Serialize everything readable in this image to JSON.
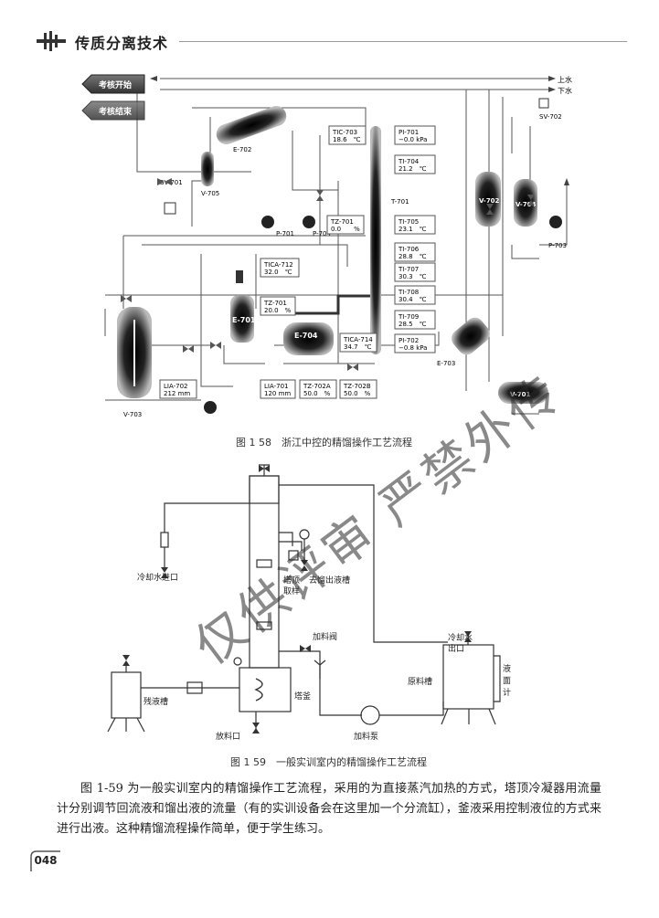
{
  "header": {
    "title": "传质分离技术"
  },
  "figure1": {
    "caption": "图 1 58　浙江中控的精馏操作工艺流程",
    "buttons": {
      "start": "考核开始",
      "end": "考核结束"
    },
    "water": {
      "inlet": "上水",
      "outlet": "下水"
    },
    "equipment": {
      "e702": "E-702",
      "e701": "E-701",
      "e704": "E-704",
      "e703": "E-703",
      "v701": "V-701",
      "v702": "V-702",
      "v703": "V-703",
      "v704": "V-704",
      "v705": "V-705",
      "sv701": "SV-701",
      "sv702": "SV-702",
      "p701": "P-701",
      "p703": "P-703",
      "p704": "P-704",
      "t701": "T-701"
    },
    "instruments": {
      "tic703": {
        "tag": "TIC-703",
        "value": "18.6　℃"
      },
      "pi701": {
        "tag": "PI-701",
        "value": "−0.0 kPa"
      },
      "ti704": {
        "tag": "TI-704",
        "value": "21.2　℃"
      },
      "tz701a": {
        "tag": "TZ-701",
        "value": "0.0　　%"
      },
      "ti705": {
        "tag": "TI-705",
        "value": "23.1　℃"
      },
      "ti706": {
        "tag": "TI-706",
        "value": "28.8　℃"
      },
      "ti707": {
        "tag": "TI-707",
        "value": "30.3　℃"
      },
      "ti708": {
        "tag": "TI-708",
        "value": "30.4　℃"
      },
      "ti709": {
        "tag": "TI-709",
        "value": "28.5　℃"
      },
      "pi702": {
        "tag": "PI-702",
        "value": "−0.8 kPa"
      },
      "tica712": {
        "tag": "TICA-712",
        "value": "32.0　℃"
      },
      "tz701b": {
        "tag": "TZ-701",
        "value": "20.0　%"
      },
      "tica714": {
        "tag": "TICA-714",
        "value": "34.7　℃"
      },
      "lia702": {
        "tag": "LIA-702",
        "value": "212 mm"
      },
      "lia701": {
        "tag": "LIA-701",
        "value": "120 mm"
      },
      "tz702a": {
        "tag": "TZ-702A",
        "value": "50.0　%"
      },
      "tz702b": {
        "tag": "TZ-702B",
        "value": "50.0　%"
      }
    }
  },
  "figure2": {
    "caption": "图 1 59　一般实训室内的精馏操作工艺流程",
    "labels": {
      "cooling_in": "冷却水进口",
      "top_sample_1": "塔顶",
      "top_sample_2": "取样",
      "to_distillate": "去馏出液槽",
      "feed_valve": "加料阀",
      "cooling_out_1": "冷却水",
      "cooling_out_2": "出口",
      "residue_tank": "残液槽",
      "reboiler": "塔釜",
      "drain": "放料口",
      "feed_pump": "加料泵",
      "raw_tank": "原料槽",
      "level_1": "液",
      "level_2": "面",
      "level_3": "计"
    }
  },
  "body_text": "图 1-59 为一般实训室内的精馏操作工艺流程，采用的为直接蒸汽加热的方式，塔顶冷凝器用流量计分别调节回流液和馏出液的流量（有的实训设备会在这里加一个分流缸），釜液采用控制液位的方式来进行出液。这种精馏流程操作简单，便于学生练习。",
  "page_number": "048",
  "watermark": "仅供评审 严禁外传"
}
